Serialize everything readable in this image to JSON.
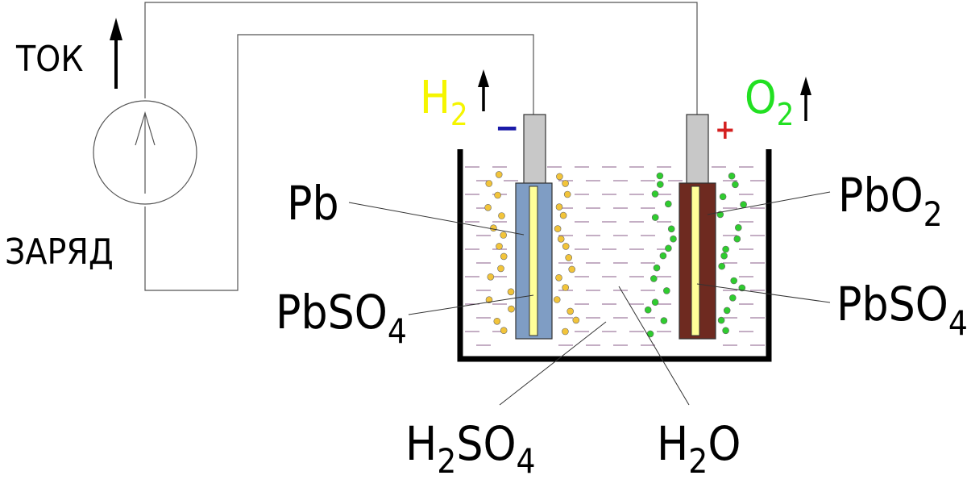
{
  "labels": {
    "current": "ТОК",
    "charge": "ЗАРЯД",
    "h2_gas": "H",
    "h2_gas_sub": "2",
    "o2_gas": "O",
    "o2_gas_sub": "2",
    "minus": "−",
    "plus": "+",
    "pb": "Pb",
    "pbso4_left": "PbSO",
    "pbso4_left_sub": "4",
    "pbo2": "PbO",
    "pbo2_sub": "2",
    "pbso4_right": "PbSO",
    "pbso4_right_sub": "4",
    "h2so4_main": "H",
    "h2so4_sub1": "2",
    "h2so4_mid": "SO",
    "h2so4_sub2": "4",
    "h2o_main": "H",
    "h2o_sub": "2",
    "h2o_end": "O"
  },
  "colors": {
    "h2_label": "#f5f500",
    "o2_label": "#22e022",
    "minus_sign": "#1a1aa8",
    "plus_sign": "#d42020",
    "negative_plate": "#7f9dc4",
    "positive_plate": "#6e2a20",
    "sulfate_core": "#ffff99",
    "h2_bubbles": "#f2c43a",
    "o2_bubbles": "#2fcc2f",
    "electrolyte_lines": "#8a5e8a",
    "electrode_cap": "#c8c8c8"
  }
}
